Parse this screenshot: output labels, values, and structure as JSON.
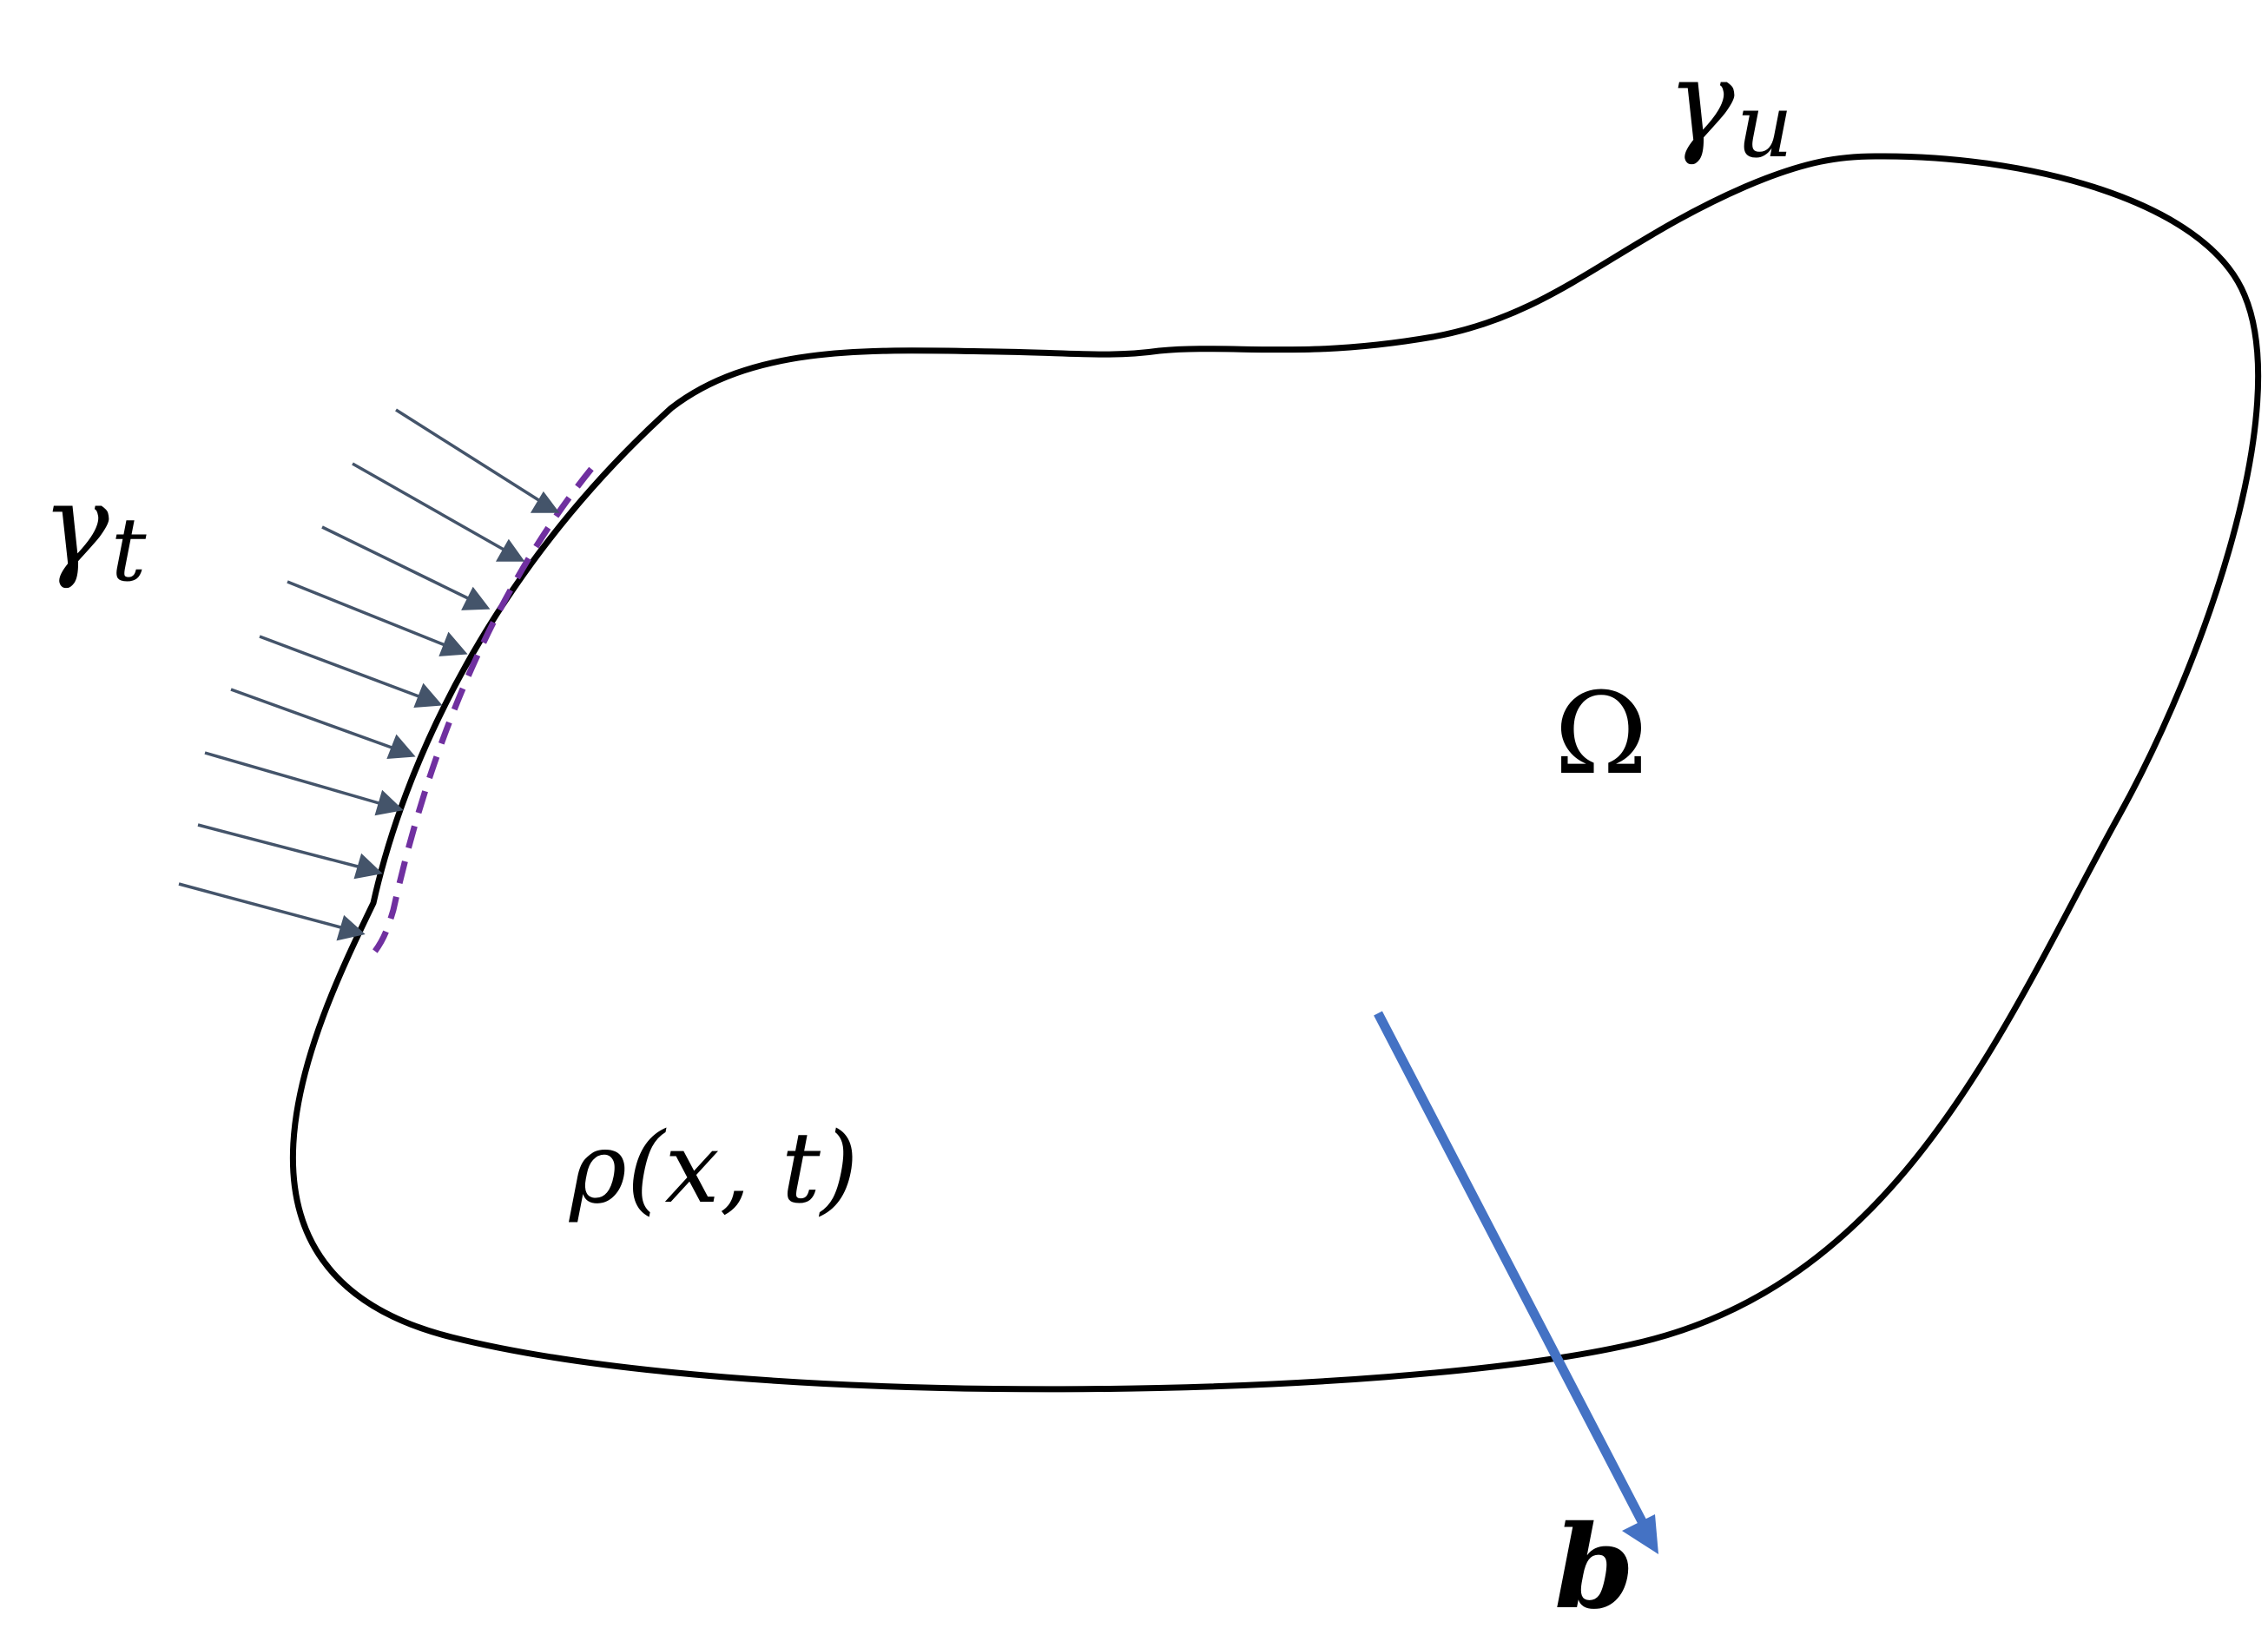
{
  "labels": {
    "gamma_u": {
      "base": "γ",
      "sub": "u"
    },
    "gamma_t": {
      "base": "γ",
      "sub": "t"
    },
    "omega": "Ω",
    "rho": "ρ(x, t)",
    "b": "b"
  },
  "colors": {
    "boundary": "#000000",
    "traction_arrows": "#44546a",
    "traction_boundary_dashed": "#7030a0",
    "body_force_arrow": "#4472c4"
  }
}
